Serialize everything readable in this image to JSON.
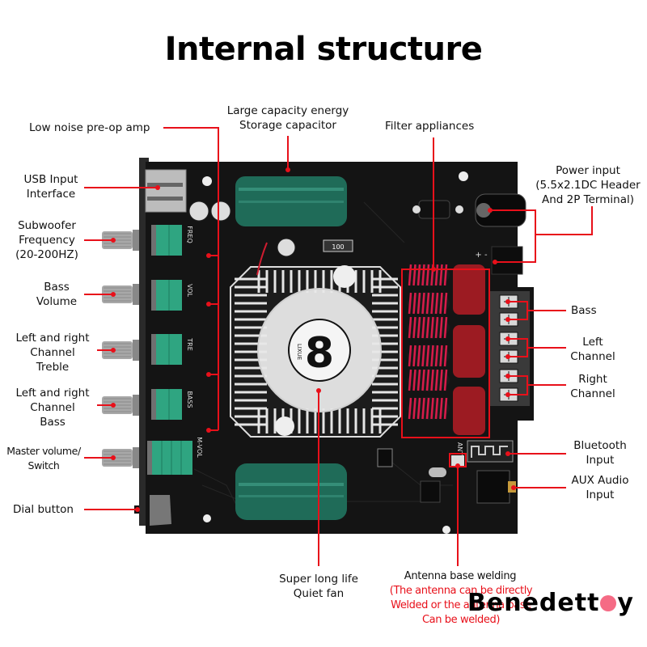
{
  "title": "Internal structure",
  "colors": {
    "callout_line": "#e8101a",
    "pcb": "#141414",
    "capacitor": "#1f6b58",
    "inductor": "#d81c4a",
    "film_cap": "#9c1b22",
    "potentiometer": "#2fa581",
    "watermark_dot": "#f56b85"
  },
  "labels": {
    "preamp": "Low noise pre-op amp",
    "usb": [
      "USB Input",
      "Interface"
    ],
    "subwoofer": [
      "Subwoofer",
      "Frequency",
      "(20-200HZ)"
    ],
    "bass_volume": [
      "Bass",
      "Volume"
    ],
    "treble": [
      "Left and right",
      "Channel",
      "Treble"
    ],
    "lr_bass": [
      "Left and right",
      "Channel",
      "Bass"
    ],
    "master": [
      "Master volume/",
      "Switch"
    ],
    "dial": "Dial button",
    "capacitor": [
      "Large capacity energy",
      "Storage capacitor"
    ],
    "filter": "Filter appliances",
    "power": [
      "Power input",
      "(5.5x2.1DC Header",
      "And 2P Terminal)"
    ],
    "out_bass": "Bass",
    "out_left": [
      "Left",
      "Channel"
    ],
    "out_right": [
      "Right",
      "Channel"
    ],
    "bluetooth": [
      "Bluetooth",
      "Input"
    ],
    "aux": [
      "AUX Audio",
      "Input"
    ],
    "fan": [
      "Super long life",
      "Quiet fan"
    ],
    "antenna": "Antenna base welding",
    "antenna_note": [
      "(The antenna can be directly",
      "Welded or the antenna base",
      "Can be welded)"
    ]
  },
  "pcb_silk": {
    "freq": "FREQ",
    "vol": "VOL",
    "tre": "TRE",
    "bass": "BASS",
    "mvol": "M-VOL",
    "ant": "ANT",
    "fan_brand": "LIXUE",
    "resistor": "100",
    "polarity": "+ -"
  },
  "watermark": {
    "before": "Benedett",
    "after": "y"
  }
}
